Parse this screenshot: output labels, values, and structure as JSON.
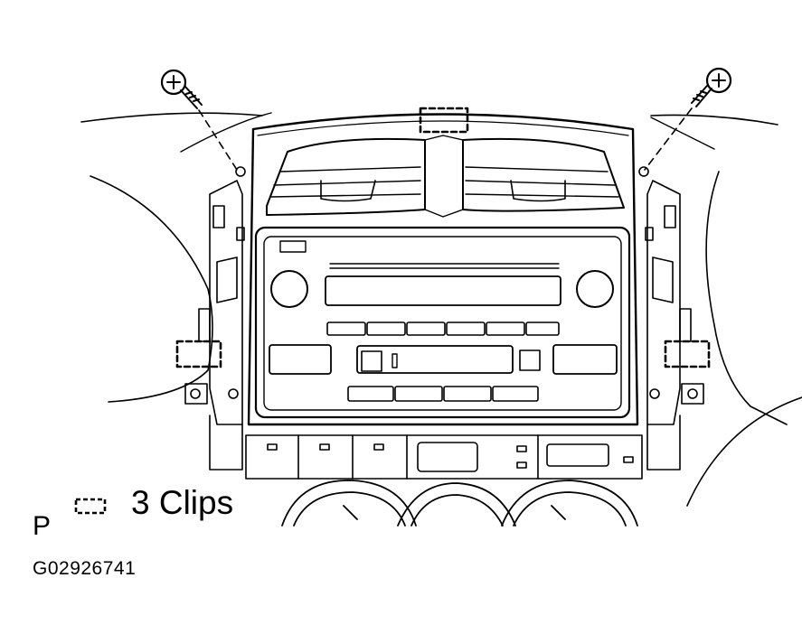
{
  "diagram": {
    "legend_text": "3 Clips",
    "view_letter": "P",
    "figure_code": "G02926741",
    "line_color": "#000000",
    "background_color": "#ffffff"
  },
  "icons": {
    "screw": "screw-icon",
    "clip": "clip-icon"
  }
}
